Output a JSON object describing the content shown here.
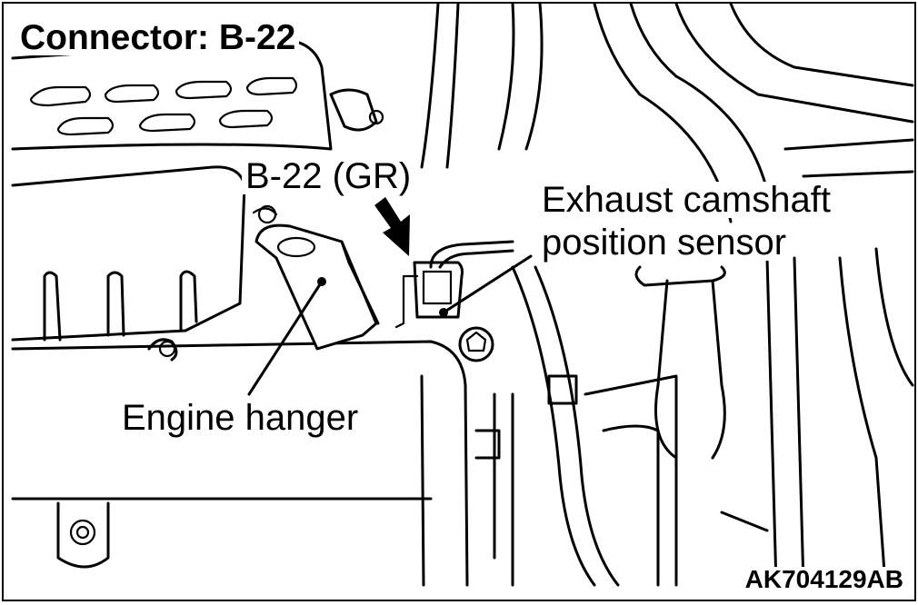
{
  "title": "Connector: B-22",
  "labels": {
    "connector": "B-22 (GR)",
    "sensor_line1": "Exhaust camshaft",
    "sensor_line2": "position sensor",
    "hanger": "Engine hanger"
  },
  "figure_code": "AK704129AB",
  "colors": {
    "line": "#000000",
    "background": "#ffffff"
  }
}
